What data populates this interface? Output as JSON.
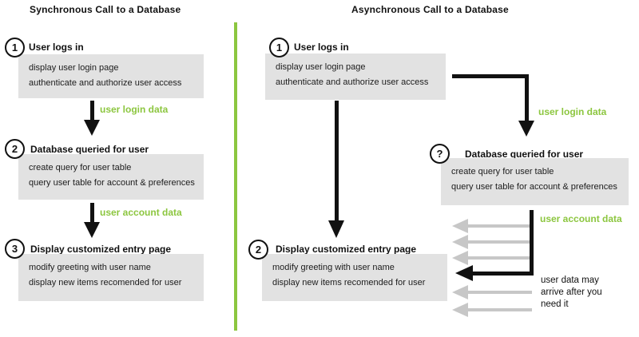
{
  "colors": {
    "green": "#8CC63F",
    "box_gray": "#E2E2E2",
    "arrow_gray": "#C7C7C7",
    "ink": "#111111"
  },
  "sync": {
    "title": "Synchronous Call to a Database",
    "step1": {
      "num": "1",
      "label": "User logs in",
      "line1": "display user login page",
      "line2": "authenticate and authorize user access"
    },
    "arrow1_label": "user login data",
    "step2": {
      "num": "2",
      "label": "Database queried for user",
      "line1": "create query for user table",
      "line2": "query user table for account & preferences"
    },
    "arrow2_label": "user account data",
    "step3": {
      "num": "3",
      "label": "Display customized entry page",
      "line1": "modify greeting with user name",
      "line2": "display new items recomended for user"
    }
  },
  "async": {
    "title": "Asynchronous Call to a Database",
    "step1": {
      "num": "1",
      "label": "User logs in",
      "line1": "display user login page",
      "line2": "authenticate and authorize user access"
    },
    "login_label": "user login data",
    "stepq": {
      "num": "?",
      "label": "Database queried for user",
      "line1": "create query for user table",
      "line2": "query user table for account & preferences"
    },
    "account_label": "user account data",
    "step2": {
      "num": "2",
      "label": "Display customized entry page",
      "line1": "modify greeting with user name",
      "line2": "display new items recomended for user"
    },
    "note_line1": "user data may",
    "note_line2": "arrive after you",
    "note_line3": "need it"
  }
}
